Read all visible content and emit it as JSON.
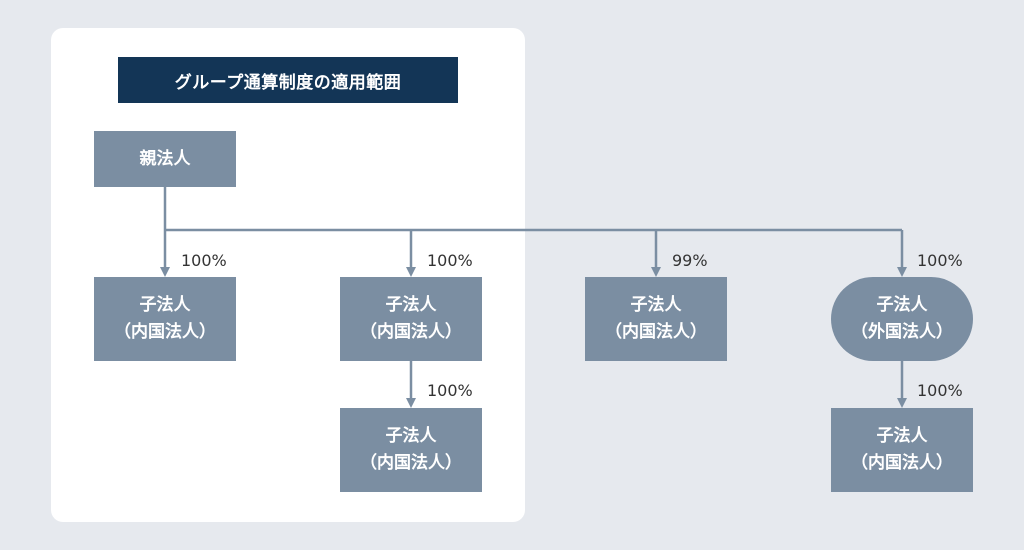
{
  "title": "グループ通算制度の適用範囲",
  "parent": {
    "label": "親法人"
  },
  "subsidiaries": [
    {
      "id": "sub1",
      "line1": "子法人",
      "line2": "（内国法人）",
      "percent": "100%"
    },
    {
      "id": "sub2",
      "line1": "子法人",
      "line2": "（内国法人）",
      "percent": "100%"
    },
    {
      "id": "sub3",
      "line1": "子法人",
      "line2": "（内国法人）",
      "percent": "99%"
    },
    {
      "id": "sub4",
      "line1": "子法人",
      "line2": "（外国法人）",
      "percent": "100%"
    }
  ],
  "grandchildren": [
    {
      "id": "gc2",
      "line1": "子法人",
      "line2": "（内国法人）",
      "percent": "100%"
    },
    {
      "id": "gc4",
      "line1": "子法人",
      "line2": "（内国法人）",
      "percent": "100%"
    }
  ],
  "colors": {
    "background": "#e6e9ee",
    "panel": "#ffffff",
    "title_bg": "#133556",
    "box": "#7b8ea2",
    "line": "#7b8ea2"
  }
}
